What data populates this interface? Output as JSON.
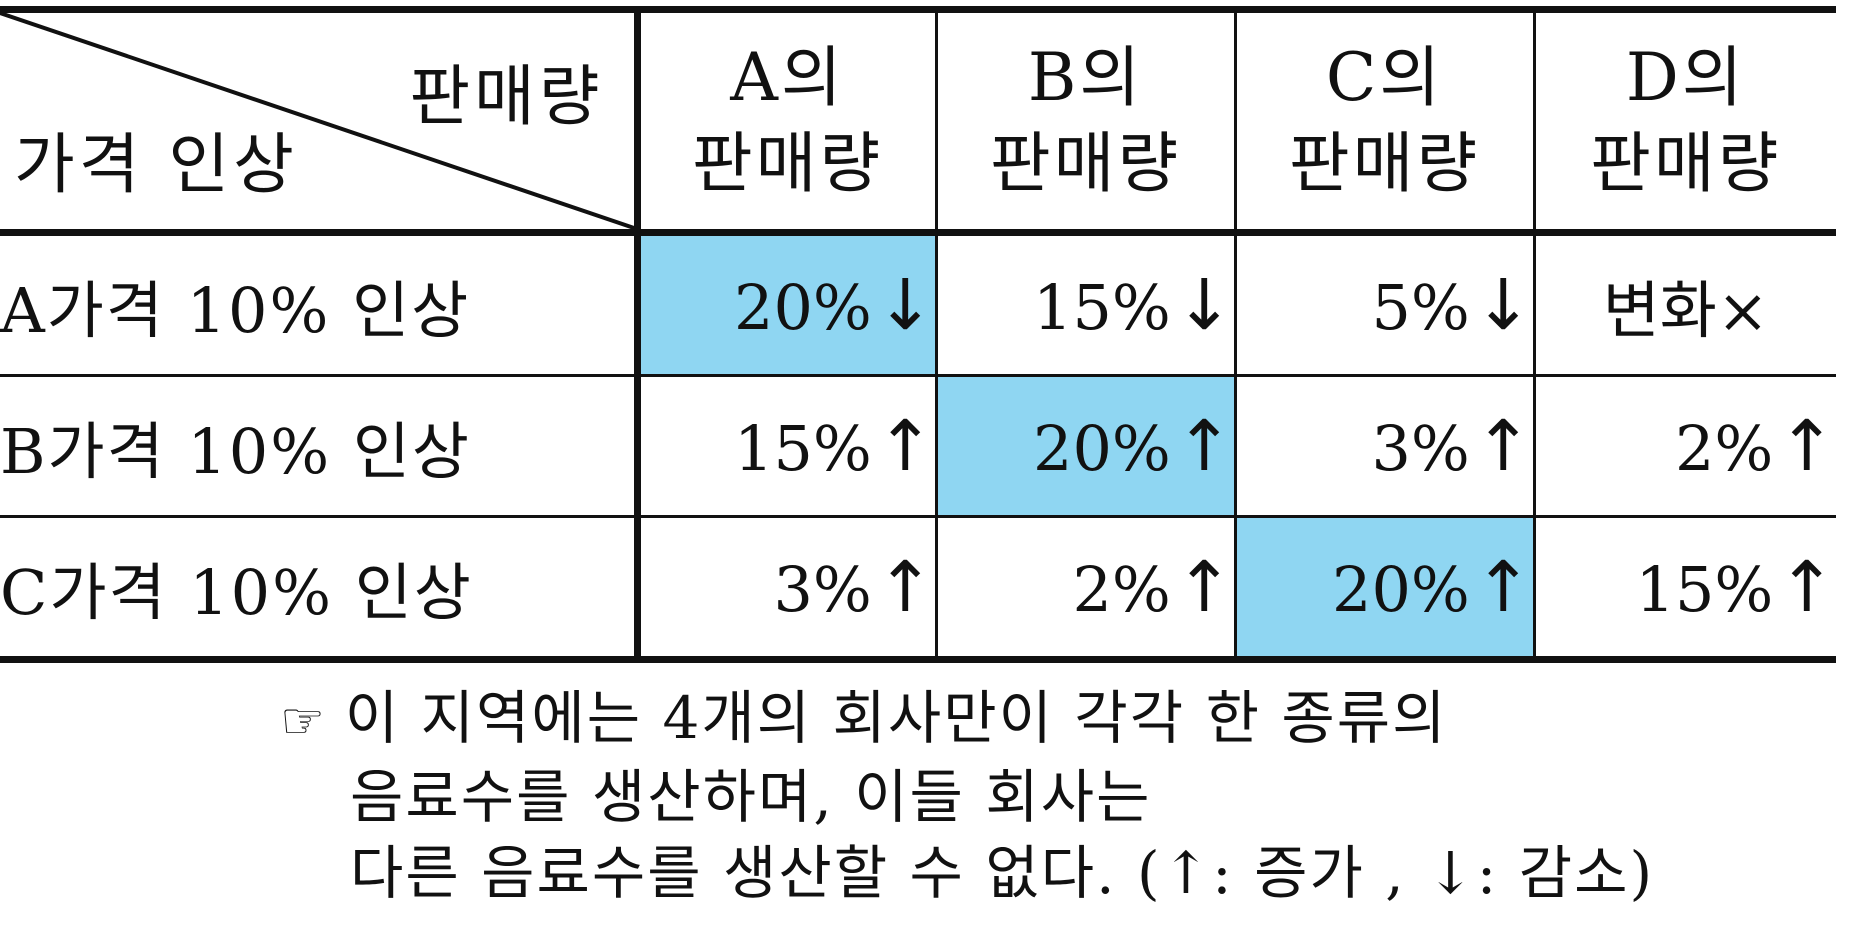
{
  "table": {
    "corner": {
      "top_label": "판매량",
      "bottom_label": "가격 인상"
    },
    "columns": [
      {
        "line1": "A의",
        "line2": "판매량"
      },
      {
        "line1": "B의",
        "line2": "판매량"
      },
      {
        "line1": "C의",
        "line2": "판매량"
      },
      {
        "line1": "D의",
        "line2": "판매량"
      }
    ],
    "rows": [
      {
        "label": "A가격 10% 인상",
        "cells": [
          {
            "value": "20%",
            "arrow": "↓",
            "highlight": true
          },
          {
            "value": "15%",
            "arrow": "↓",
            "highlight": false
          },
          {
            "value": "5%",
            "arrow": "↓",
            "highlight": false
          },
          {
            "value": "변화×",
            "arrow": "",
            "highlight": false
          }
        ]
      },
      {
        "label": "B가격 10% 인상",
        "cells": [
          {
            "value": "15%",
            "arrow": "↑",
            "highlight": false
          },
          {
            "value": "20%",
            "arrow": "↑",
            "highlight": true
          },
          {
            "value": "3%",
            "arrow": "↑",
            "highlight": false
          },
          {
            "value": "2%",
            "arrow": "↑",
            "highlight": false
          }
        ]
      },
      {
        "label": "C가격 10% 인상",
        "cells": [
          {
            "value": "3%",
            "arrow": "↑",
            "highlight": false
          },
          {
            "value": "2%",
            "arrow": "↑",
            "highlight": false
          },
          {
            "value": "20%",
            "arrow": "↑",
            "highlight": true
          },
          {
            "value": "15%",
            "arrow": "↑",
            "highlight": false
          }
        ]
      }
    ],
    "highlight_color": "#8fd6f2"
  },
  "note": {
    "icon": "pointing-hand-icon",
    "icon_glyph": "☞",
    "line1": "이 지역에는 4개의 회사만이 각각 한 종류의",
    "line2": "음료수를 생산하며, 이들 회사는",
    "line3": "다른 음료수를 생산할 수 없다. (↑: 증가 , ↓: 감소)"
  }
}
